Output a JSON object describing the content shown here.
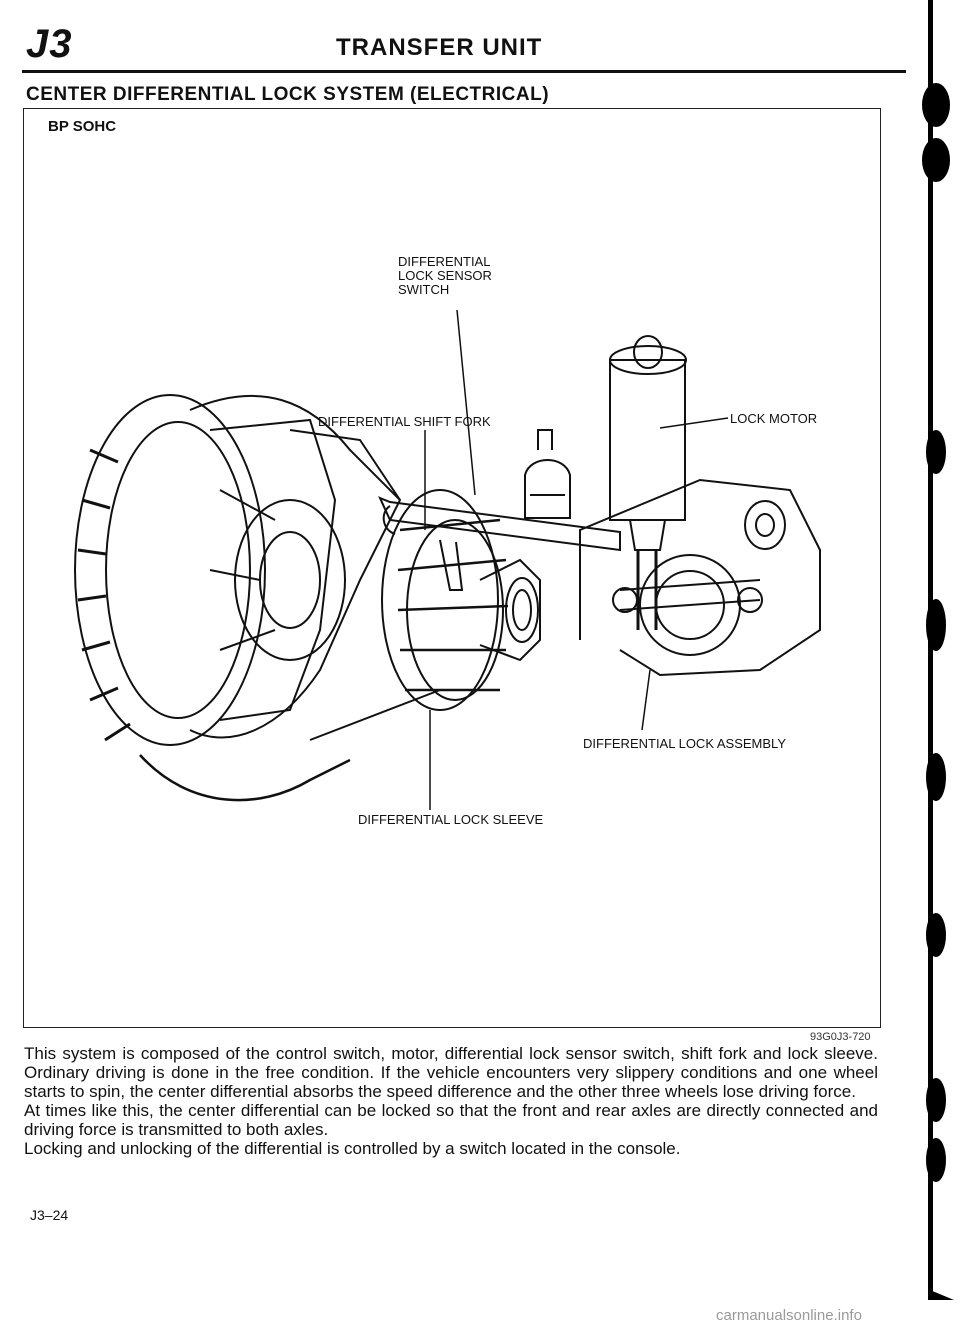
{
  "header": {
    "section_code": "J3",
    "title": "TRANSFER UNIT"
  },
  "section_heading": "CENTER DIFFERENTIAL LOCK SYSTEM (ELECTRICAL)",
  "figure": {
    "subtitle": "BP SOHC",
    "figure_code": "93G0J3-720",
    "labels": {
      "lock_sensor_switch": "DIFFERENTIAL\nLOCK SENSOR\nSWITCH",
      "shift_fork": "DIFFERENTIAL SHIFT FORK",
      "lock_motor": "LOCK MOTOR",
      "lock_assembly": "DIFFERENTIAL LOCK ASSEMBLY",
      "lock_sleeve": "DIFFERENTIAL LOCK SLEEVE"
    }
  },
  "body": {
    "paragraph_1": "This system is composed of the control switch, motor, differential lock sensor switch, shift fork and lock sleeve. Ordinary driving is done in the free condition. If the vehicle encounters very slippery conditions and one wheel starts to spin, the center differential absorbs the speed difference and the other three wheels lose driving force.",
    "paragraph_2": "At times like this, the center differential can be locked so that the front and rear axles are directly connected and driving force is transmitted to both axles.",
    "paragraph_3": "Locking and unlocking of the differential is controlled by a switch located in the console."
  },
  "footer": {
    "page_number": "J3–24",
    "watermark": "carmanualsonline.info"
  }
}
